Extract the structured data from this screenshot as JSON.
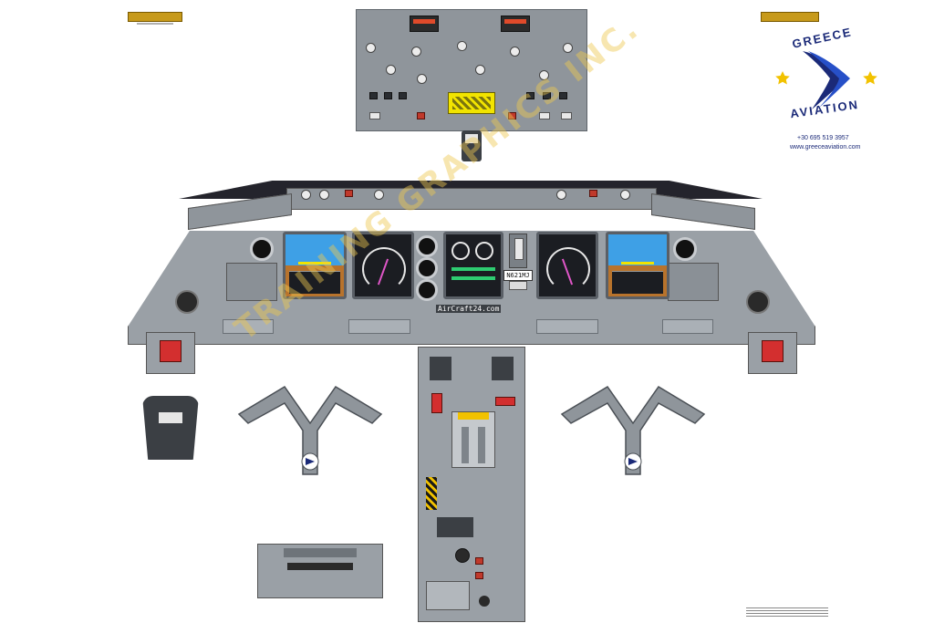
{
  "brand": {
    "name_top": "GREECE",
    "name_bottom": "AVIATION",
    "phone": "+30 695 519 3957",
    "website": "www.greeceaviation.com",
    "colors": {
      "navy": "#1b2a78",
      "blue": "#2750c8",
      "star": "#f2c200"
    }
  },
  "watermark": {
    "text": "TRAINING GRAPHICS INC.",
    "credit": "AirCraft24.com"
  },
  "panel": {
    "registration": "N621MJ",
    "colors": {
      "glareshield": "#24242c",
      "panel_gray": "#9aa0a6",
      "pfd_sky": "#3ea0e6",
      "pfd_ground": "#b8732c",
      "fire_handle": "#d32f2f",
      "warning_yellow": "#f2e400"
    }
  },
  "icons": [
    "greece-aviation-logo-icon",
    "star-icon",
    "yoke-logo-icon"
  ]
}
